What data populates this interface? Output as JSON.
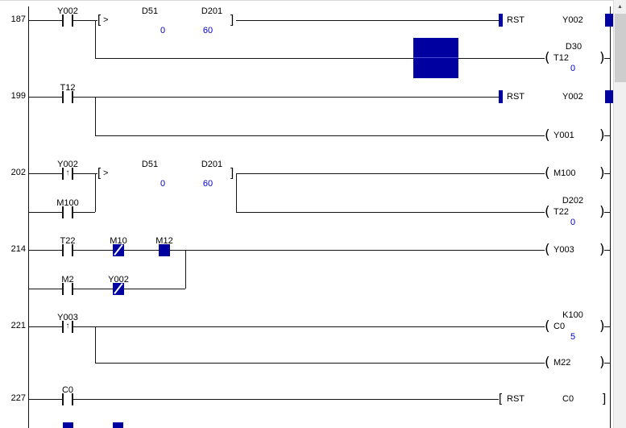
{
  "colors": {
    "value_blue": "#0000C8",
    "energized": "#0000A0",
    "wire": "#141414"
  },
  "symbols": {
    "coil_open": "(",
    "coil_close": ")",
    "bracket_open": "[",
    "bracket_close": "]",
    "cmp_op": ">",
    "pulse_up": "↑",
    "scroll_up": "▲"
  },
  "rungs": {
    "r187": {
      "number": "187",
      "contact": "Y002",
      "cmp": {
        "a": "D51",
        "b": "D201",
        "a_val": "0",
        "b_val": "60"
      },
      "rst": {
        "op": "RST",
        "device": "Y002"
      },
      "coil": {
        "preset": "D30",
        "device": "T12",
        "value": "0"
      }
    },
    "r199": {
      "number": "199",
      "contact": "T12",
      "rst": {
        "op": "RST",
        "device": "Y002"
      },
      "coil": {
        "device": "Y001"
      }
    },
    "r202": {
      "number": "202",
      "contact": "Y002",
      "cmp": {
        "a": "D51",
        "b": "D201",
        "a_val": "0",
        "b_val": "60"
      },
      "coil": {
        "device": "M100"
      },
      "branch_contact": "M100",
      "coil2": {
        "preset": "D202",
        "device": "T22",
        "value": "0"
      }
    },
    "r214": {
      "number": "214",
      "c1": "T22",
      "c2": "M10",
      "c3": "M12",
      "coil": {
        "device": "Y003"
      },
      "b1": "M2",
      "b2": "Y002"
    },
    "r221": {
      "number": "221",
      "contact": "Y003",
      "coil": {
        "preset": "K100",
        "device": "C0",
        "value": "5"
      },
      "coil2": {
        "device": "M22"
      }
    },
    "r227": {
      "number": "227",
      "contact": "C0",
      "rst": {
        "op": "RST",
        "device": "C0"
      }
    }
  }
}
